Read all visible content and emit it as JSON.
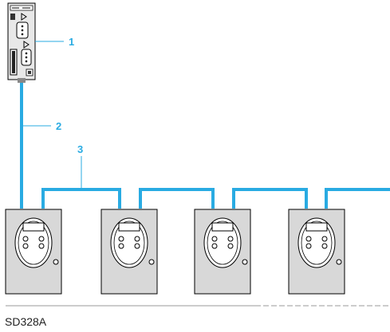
{
  "diagram": {
    "callouts": [
      "1",
      "2",
      "3"
    ],
    "reference": "SD328A",
    "colors": {
      "cable": "#29abe2",
      "callout": "#29abe2",
      "device_fill": "#d8d8d8",
      "outline": "#000000"
    },
    "components": [
      {
        "name": "controller-module",
        "label": "1"
      },
      {
        "name": "drop-cable",
        "label": "2"
      },
      {
        "name": "bus-cable",
        "label": "3"
      },
      {
        "name": "drive",
        "count": 4
      }
    ]
  }
}
